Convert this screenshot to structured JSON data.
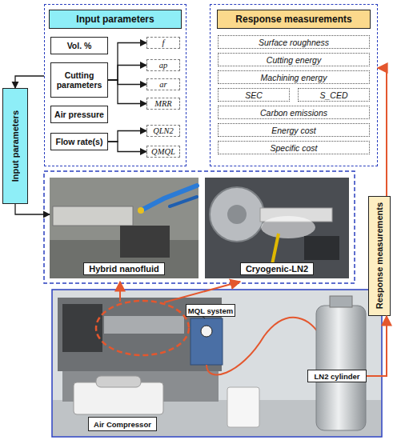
{
  "diagram": {
    "nodes": [
      {
        "text": [
          "Input parameters"
        ]
      },
      {
        "text": [
          "Vol. %"
        ],
        "in": 0
      },
      {
        "text": [
          "Cutting parameters"
        ],
        "in": 0
      },
      {
        "text": [
          "Air pressure"
        ],
        "in": 0
      },
      {
        "text": [
          "Flow rate(s)"
        ],
        "in": 0
      },
      {
        "text": [
          "f"
        ],
        "in": 0
      },
      {
        "text": [
          "ap"
        ],
        "in": 0
      },
      {
        "text": [
          "ar"
        ],
        "in": 0
      },
      {
        "text": [
          "MRR"
        ],
        "in": 0
      },
      {
        "text": [
          "QLN2"
        ],
        "in": 0
      },
      {
        "text": [
          "QMQL"
        ],
        "in": 0
      },
      {
        "text": [
          "Response measurements"
        ]
      },
      {
        "text": [
          "Surface roughness"
        ],
        "in": 11
      },
      {
        "text": [
          "Cutting energy"
        ],
        "in": 11
      },
      {
        "text": [
          "Machining energy"
        ],
        "in": 11
      },
      {
        "text": [
          "SEC"
        ],
        "in": 11
      },
      {
        "text": [
          "S_CED"
        ],
        "in": 11
      },
      {
        "text": [
          "Carbon emissions"
        ],
        "in": 11
      },
      {
        "text": [
          "Energy cost"
        ],
        "in": 11
      },
      {
        "text": [
          "Specific cost"
        ],
        "in": 11
      },
      {
        "text": [
          "Input parameters"
        ]
      },
      {
        "text": [
          "Hybrid nanofluid"
        ]
      },
      {
        "text": [
          "Cryogenic-LN2"
        ]
      },
      {
        "text": [
          "Response measurements"
        ]
      },
      {
        "text": [
          "MQL system"
        ]
      },
      {
        "text": [
          "Air Compressor"
        ]
      },
      {
        "text": [
          "LN2 cylinder"
        ]
      }
    ],
    "edges": [
      {
        "from": 0,
        "to": 20,
        "arrow": "to"
      },
      {
        "from": 20,
        "to": 21,
        "arrow": "to"
      },
      {
        "from": 2,
        "to": 5,
        "arrow": "to"
      },
      {
        "from": 2,
        "to": 6,
        "arrow": "to"
      },
      {
        "from": 2,
        "to": 7,
        "arrow": "to"
      },
      {
        "from": 2,
        "to": 8,
        "arrow": "to"
      },
      {
        "from": 4,
        "to": 9,
        "arrow": "to"
      },
      {
        "from": 4,
        "to": 10,
        "arrow": "to"
      },
      {
        "from": 26,
        "to": 23,
        "arrow": "to"
      },
      {
        "from": 23,
        "to": 11,
        "arrow": "to"
      }
    ]
  }
}
